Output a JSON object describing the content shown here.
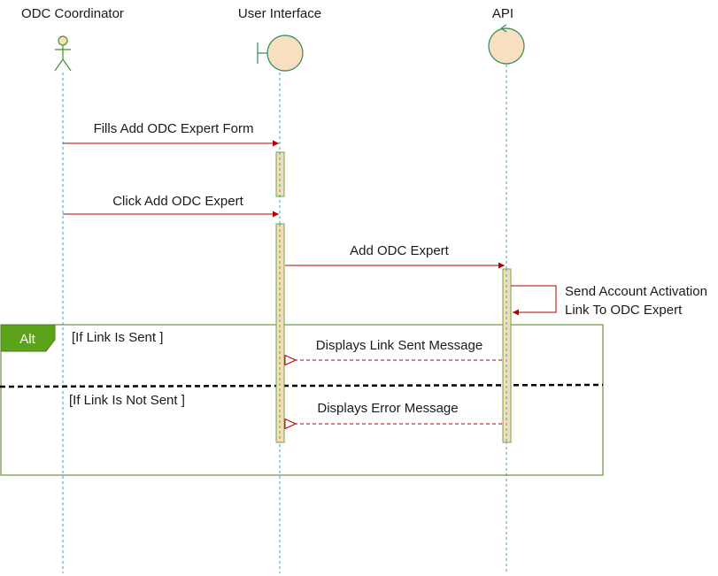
{
  "participants": {
    "coordinator": "ODC Coordinator",
    "ui": "User Interface",
    "api": "API"
  },
  "messages": {
    "fills_form": "Fills Add ODC Expert Form",
    "click_add": "Click Add ODC Expert",
    "add_expert": "Add ODC Expert",
    "send_activation_line1": "Send Account Activation",
    "send_activation_line2": "Link To ODC Expert",
    "link_sent_reply": "Displays Link Sent Message",
    "error_reply": "Displays Error Message"
  },
  "alt_fragment": {
    "label": "Alt",
    "guard_sent": "[If Link Is Sent ]",
    "guard_not_sent": "[If Link Is Not Sent ]"
  },
  "colors": {
    "lifeline": "#3d9bc9",
    "message_arrow": "#b20000",
    "activation_fill": "#f5deb3",
    "activation_stroke": "#6aa84f",
    "actor_stroke": "#4a8f2a",
    "entity_fill": "#f8dfc0",
    "entity_stroke": "#2e8b57",
    "alt_tab_fill": "#5aa31a",
    "alt_frame_stroke": "#4a7c1a",
    "divider": "#000000"
  }
}
